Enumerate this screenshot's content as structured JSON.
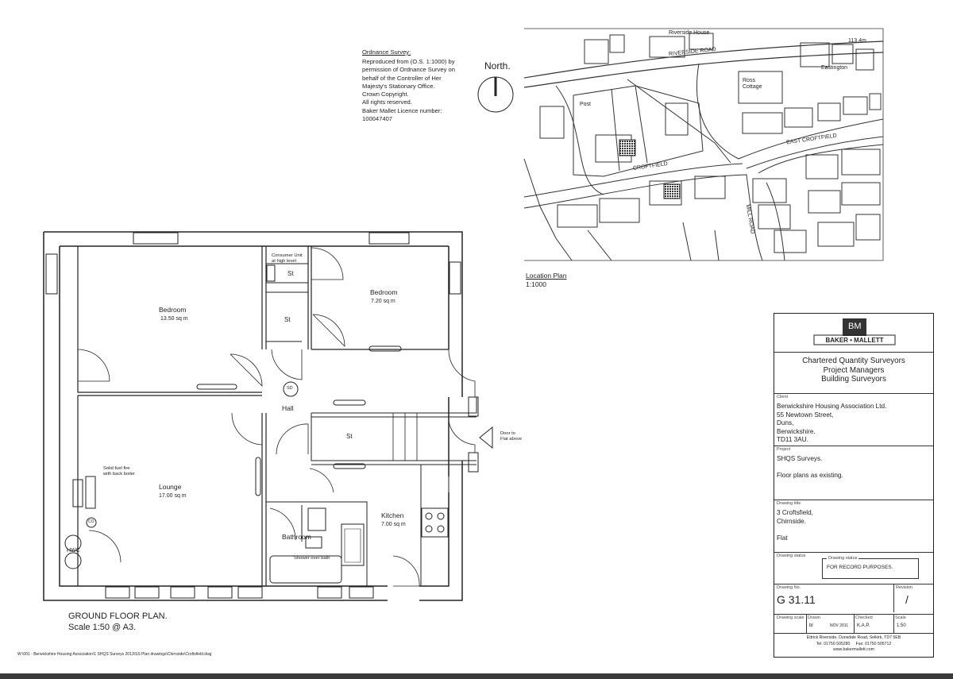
{
  "ordnance_survey": {
    "heading": "Ordnance Survey:",
    "body": "Reproduced from (O.S. 1:1000) by\npermission of Ordnance Survey on\nbehalf of the Controller of Her\nMajesty's Stationary Office.\nCrown Copyright.\nAll rights reserved.\nBaker Mallet Licence number:\n100047407"
  },
  "north_label": "North.",
  "location_plan": {
    "title": "Location Plan",
    "scale": "1:1000",
    "labels": {
      "house_top": "Riverside House",
      "spot_height": "113.4m",
      "road_top": "RIVERSIDE ROAD",
      "ross_cottage": "Ross\nCottage",
      "eastington": "Eastington",
      "post": "Post",
      "croft_road": "CROFTFIELD",
      "east_road": "EAST CROFTFIELD",
      "mill_road": "MILL ROAD"
    }
  },
  "floor_plan": {
    "title": "GROUND FLOOR PLAN.",
    "scale": "Scale 1:50 @ A3.",
    "rooms": {
      "bedroom1_name": "Bedroom",
      "bedroom1_area": "13.50 sq m",
      "bedroom2_name": "Bedroom",
      "bedroom2_area": "7.20 sq m",
      "lounge_name": "Lounge",
      "lounge_area": "17.00 sq m",
      "kitchen_name": "Kitchen",
      "kitchen_area": "7.00 sq m",
      "bathroom_name": "Bathroom",
      "hall_name": "Hall",
      "store1": "St",
      "store2": "St",
      "store3": "St"
    },
    "annotations": {
      "consumer_unit": "Consumer Unit\nat high level",
      "fire": "Solid fuel fire\nwith back boiler",
      "cylinder": "HWC",
      "smoke_detector": "SD",
      "co_detector": "CO",
      "door_note": "Door to\nFlat above",
      "shower_note": "Shower over bath"
    }
  },
  "file_path": "W:\\001 - Berwickshire Housing Association\\1 SHQS Surveys 2013\\SS Plan drawings\\Chirnside\\Croftsfield.dwg",
  "title_block": {
    "logo_letters": "BM",
    "company": "BAKER • MALLETT",
    "services": "Chartered Quantity Surveyors\nProject Managers\nBuilding Surveyors",
    "client_label": "Client",
    "client": "Berwickshire Housing Association Ltd.\n55 Newtown Street,\nDuns,\nBerwickshire.\nTD11 3AU.",
    "project_label": "Project",
    "project": "SHQS Surveys.\n\nFloor plans as existing.",
    "address_label": "Drawing title",
    "address": "3 Croftsfield,\nChirnside.\n\nFlat",
    "status_label": "Drawing status",
    "status_box_label": "Drawing status",
    "status": "FOR RECORD PURPOSES.",
    "number_label": "Drawing No.",
    "number": "G 31.11",
    "revision_label": "Revision",
    "revision": "/",
    "drawn_label": "Drawing scale",
    "drawn_by_label": "Drawn",
    "drawn_by": "bl",
    "date": "NOV 2011",
    "checked_label": "Checked",
    "checked": "K.A.P.",
    "scale_label": "Scale",
    "scale": "1:50",
    "footer": "Ettrick Riverside, Dunsdale Road, Selkirk, TD7 5EB\nTel: 01750 505280     Fax: 01750 505712\nwww.bakermallett.com"
  },
  "colors": {
    "ink": "#222222",
    "paper": "#ffffff",
    "frame": "#3a3a3a"
  }
}
